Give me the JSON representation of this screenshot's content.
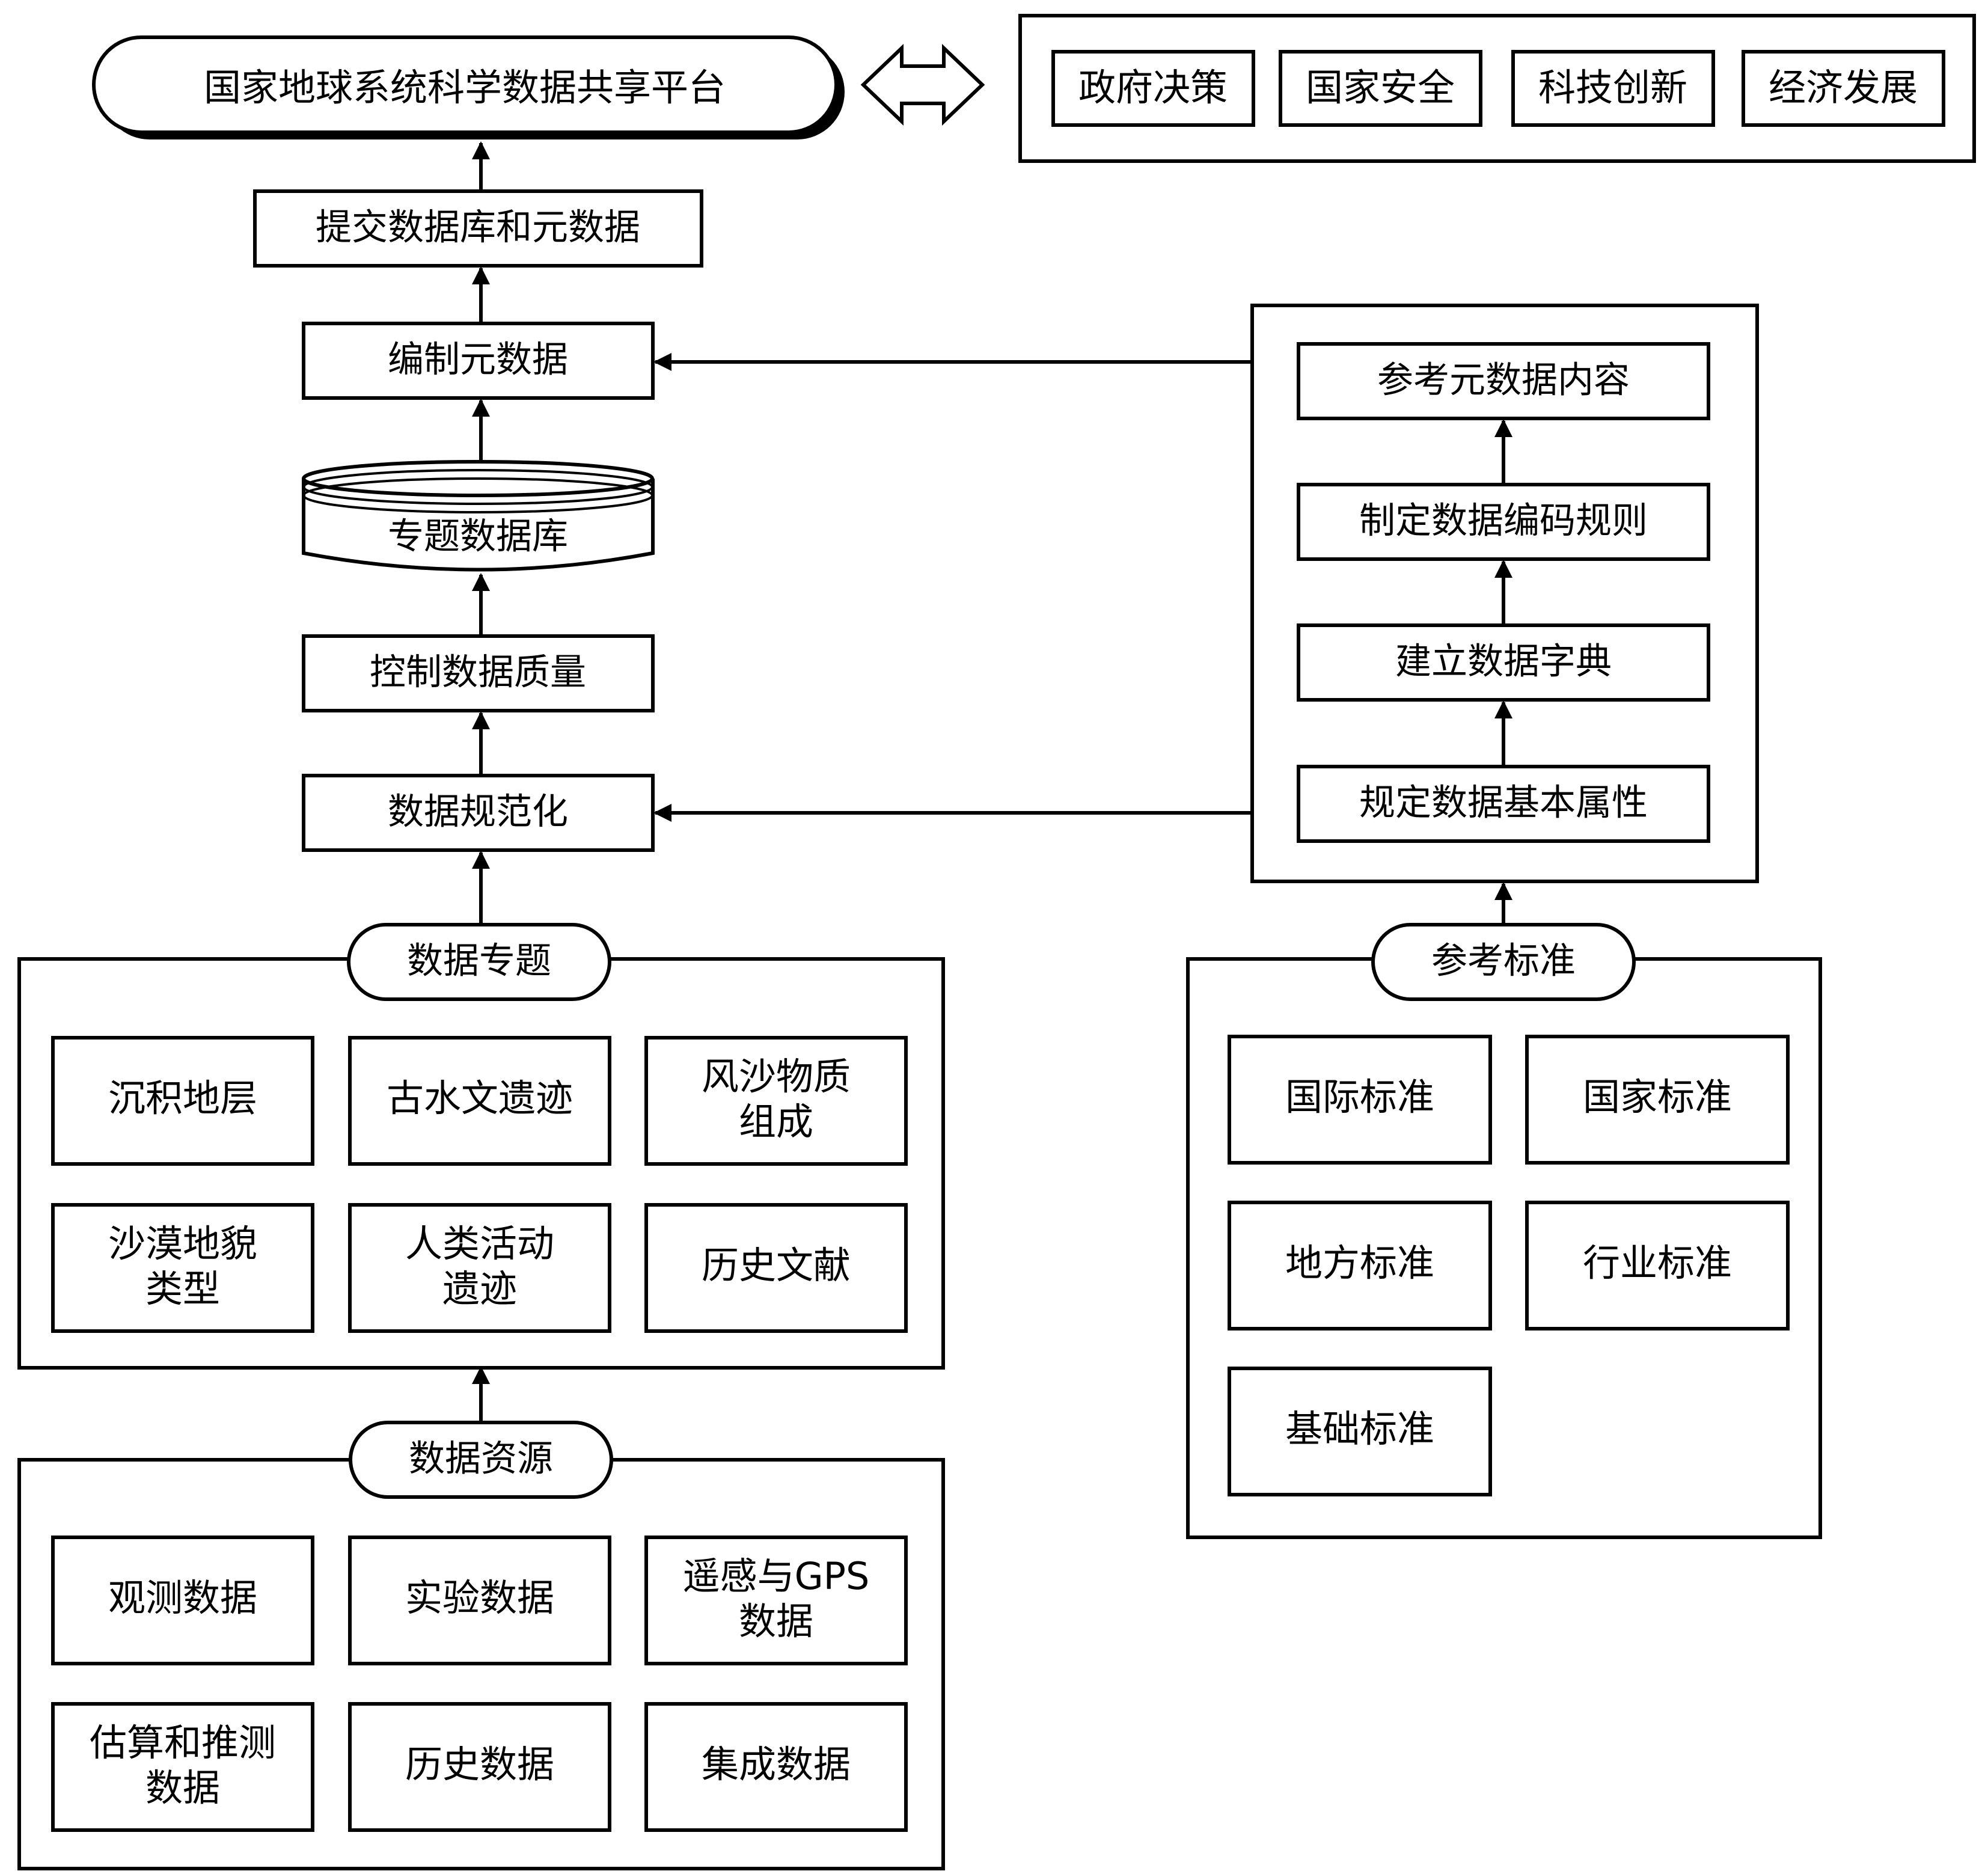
{
  "platform": {
    "title": "国家地球系统科学数据共享平台"
  },
  "applications": [
    "政府决策",
    "国家安全",
    "科技创新",
    "经济发展"
  ],
  "pipeline": {
    "submit": "提交数据库和元数据",
    "compile_metadata": "编制元数据",
    "thematic_database": "专题数据库",
    "quality_control": "控制数据质量",
    "standardization": "数据规范化"
  },
  "metadata_steps": [
    "参考元数据内容",
    "制定数据编码规则",
    "建立数据字典",
    "规定数据基本属性"
  ],
  "data_topics": {
    "title": "数据专题",
    "items": [
      [
        "沉积地层"
      ],
      [
        "古水文遗迹"
      ],
      [
        "风沙物质",
        "组成"
      ],
      [
        "沙漠地貌",
        "类型"
      ],
      [
        "人类活动",
        "遗迹"
      ],
      [
        "历史文献"
      ]
    ]
  },
  "data_resources": {
    "title": "数据资源",
    "items": [
      [
        "观测数据"
      ],
      [
        "实验数据"
      ],
      [
        "遥感与GPS",
        "数据"
      ],
      [
        "估算和推测",
        "数据"
      ],
      [
        "历史数据"
      ],
      [
        "集成数据"
      ]
    ]
  },
  "reference_standards": {
    "title": "参考标准",
    "items": [
      "国际标准",
      "国家标准",
      "地方标准",
      "行业标准",
      "基础标准"
    ]
  }
}
